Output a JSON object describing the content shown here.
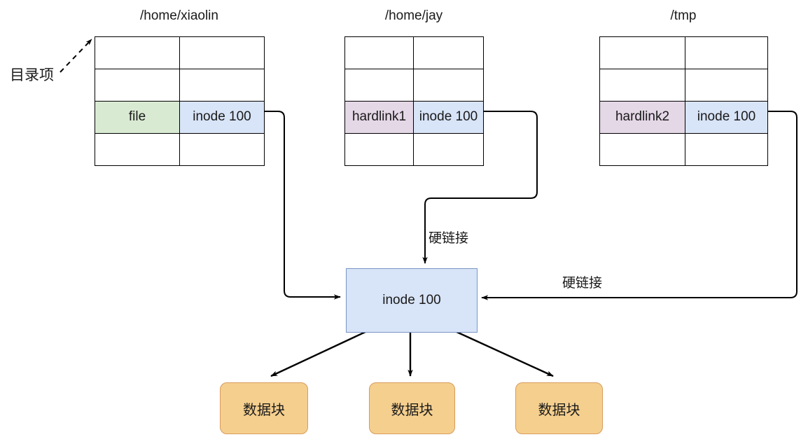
{
  "diagram": {
    "title_note": "hard link diagram",
    "directory_tables": [
      {
        "title": "/home/xiaolin",
        "rows": [
          {
            "name": "",
            "inode": ""
          },
          {
            "name": "",
            "inode": ""
          },
          {
            "name": "file",
            "inode": "inode 100"
          },
          {
            "name": "",
            "inode": ""
          }
        ]
      },
      {
        "title": "/home/jay",
        "rows": [
          {
            "name": "",
            "inode": ""
          },
          {
            "name": "",
            "inode": ""
          },
          {
            "name": "hardlink1",
            "inode": "inode 100"
          },
          {
            "name": "",
            "inode": ""
          }
        ]
      },
      {
        "title": "/tmp",
        "rows": [
          {
            "name": "",
            "inode": ""
          },
          {
            "name": "",
            "inode": ""
          },
          {
            "name": "hardlink2",
            "inode": "inode 100"
          },
          {
            "name": "",
            "inode": ""
          }
        ]
      }
    ],
    "inode_node": {
      "label": "inode 100"
    },
    "data_blocks": [
      {
        "label": "数据块"
      },
      {
        "label": "数据块"
      },
      {
        "label": "数据块"
      }
    ],
    "labels": {
      "directory_entry": "目录项",
      "hardlink_center": "硬链接",
      "hardlink_right": "硬链接"
    },
    "colors": {
      "name_cell_green": "#d9ead3",
      "name_cell_purple": "#e4d7e6",
      "inode_cell_blue": "#d8e4f7",
      "inode_box_fill": "#d8e4f7",
      "inode_box_border": "#7a96c4",
      "data_block_fill": "#f5cf8e",
      "data_block_border": "#d79b5c",
      "line": "#000000",
      "text": "#1a1a1a"
    }
  }
}
